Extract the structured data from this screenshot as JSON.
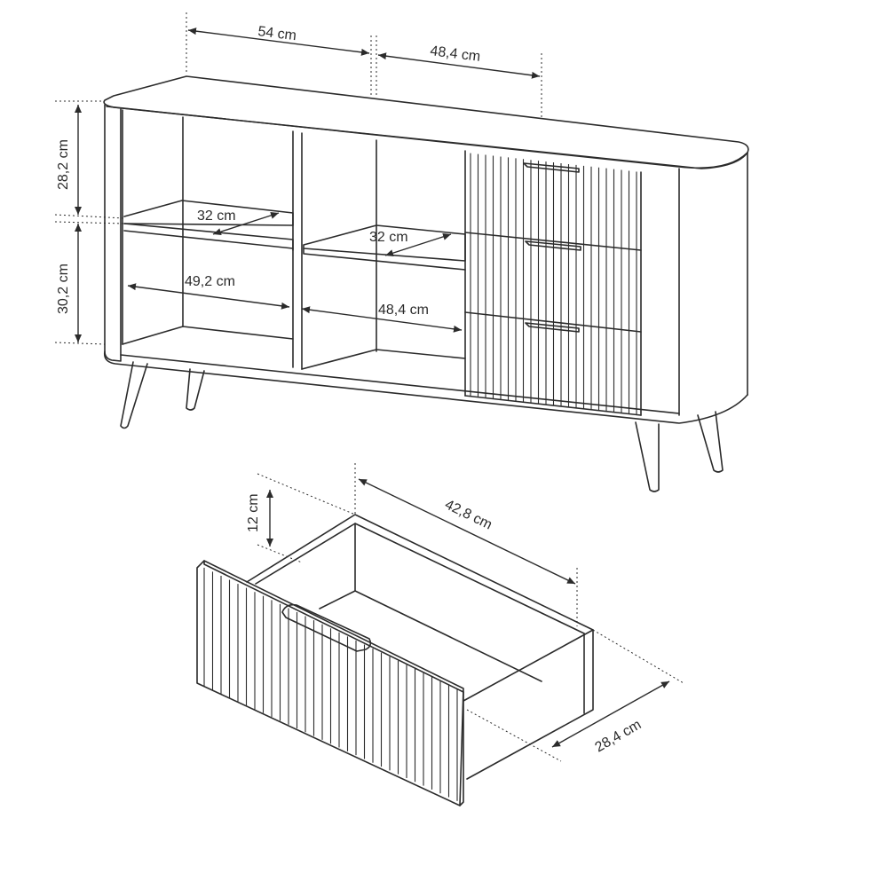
{
  "dimensions": {
    "top_left_width": "54 cm",
    "top_right_width": "48,4 cm",
    "upper_height": "28,2 cm",
    "lower_height": "30,2 cm",
    "left_shelf_depth": "32 cm",
    "middle_shelf_depth": "32 cm",
    "left_inner_width": "49,2 cm",
    "middle_inner_width": "48,4 cm",
    "drawer_height": "12 cm",
    "drawer_length": "42,8 cm",
    "drawer_width": "28,4 cm"
  }
}
